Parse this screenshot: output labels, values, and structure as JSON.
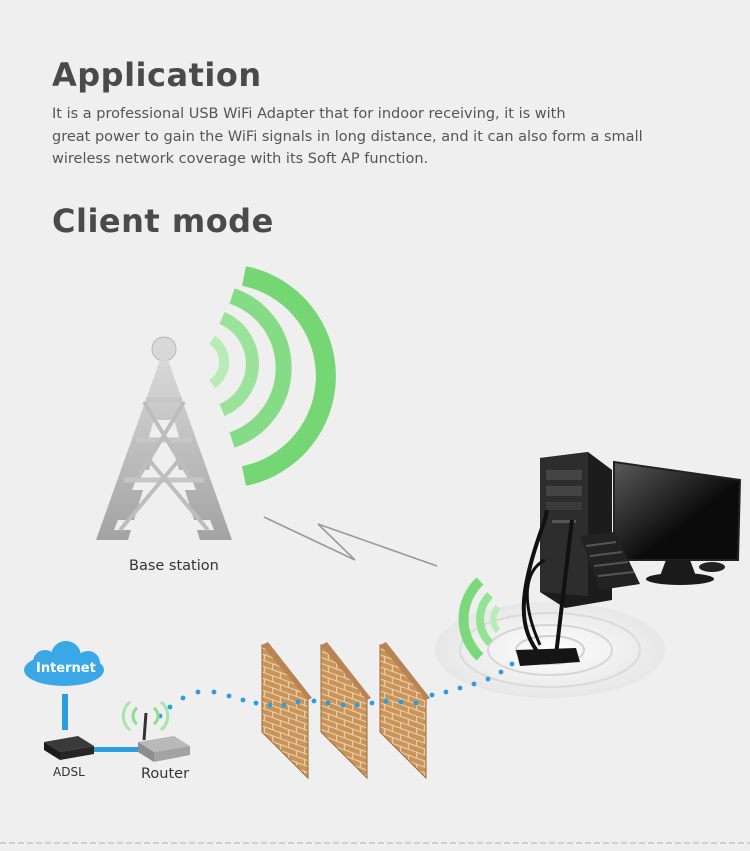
{
  "application": {
    "title": "Application",
    "description_lines": [
      "It is a professional USB WiFi Adapter that for indoor receiving, it is with",
      "great power to gain the WiFi signals in long distance, and it can also form a small",
      "wireless network coverage with its Soft AP function."
    ]
  },
  "client_mode": {
    "title": "Client mode"
  },
  "diagram": {
    "base_station_label": "Base station",
    "internet_label": "Internet",
    "adsl_label": "ADSL",
    "router_label": "Router"
  },
  "colors": {
    "heading": "#4a4a4a",
    "signal_green": "#6ed86e",
    "link_blue": "#2a9ee0",
    "cloud_blue": "#3aa7e6",
    "brick": "#c9935a"
  }
}
